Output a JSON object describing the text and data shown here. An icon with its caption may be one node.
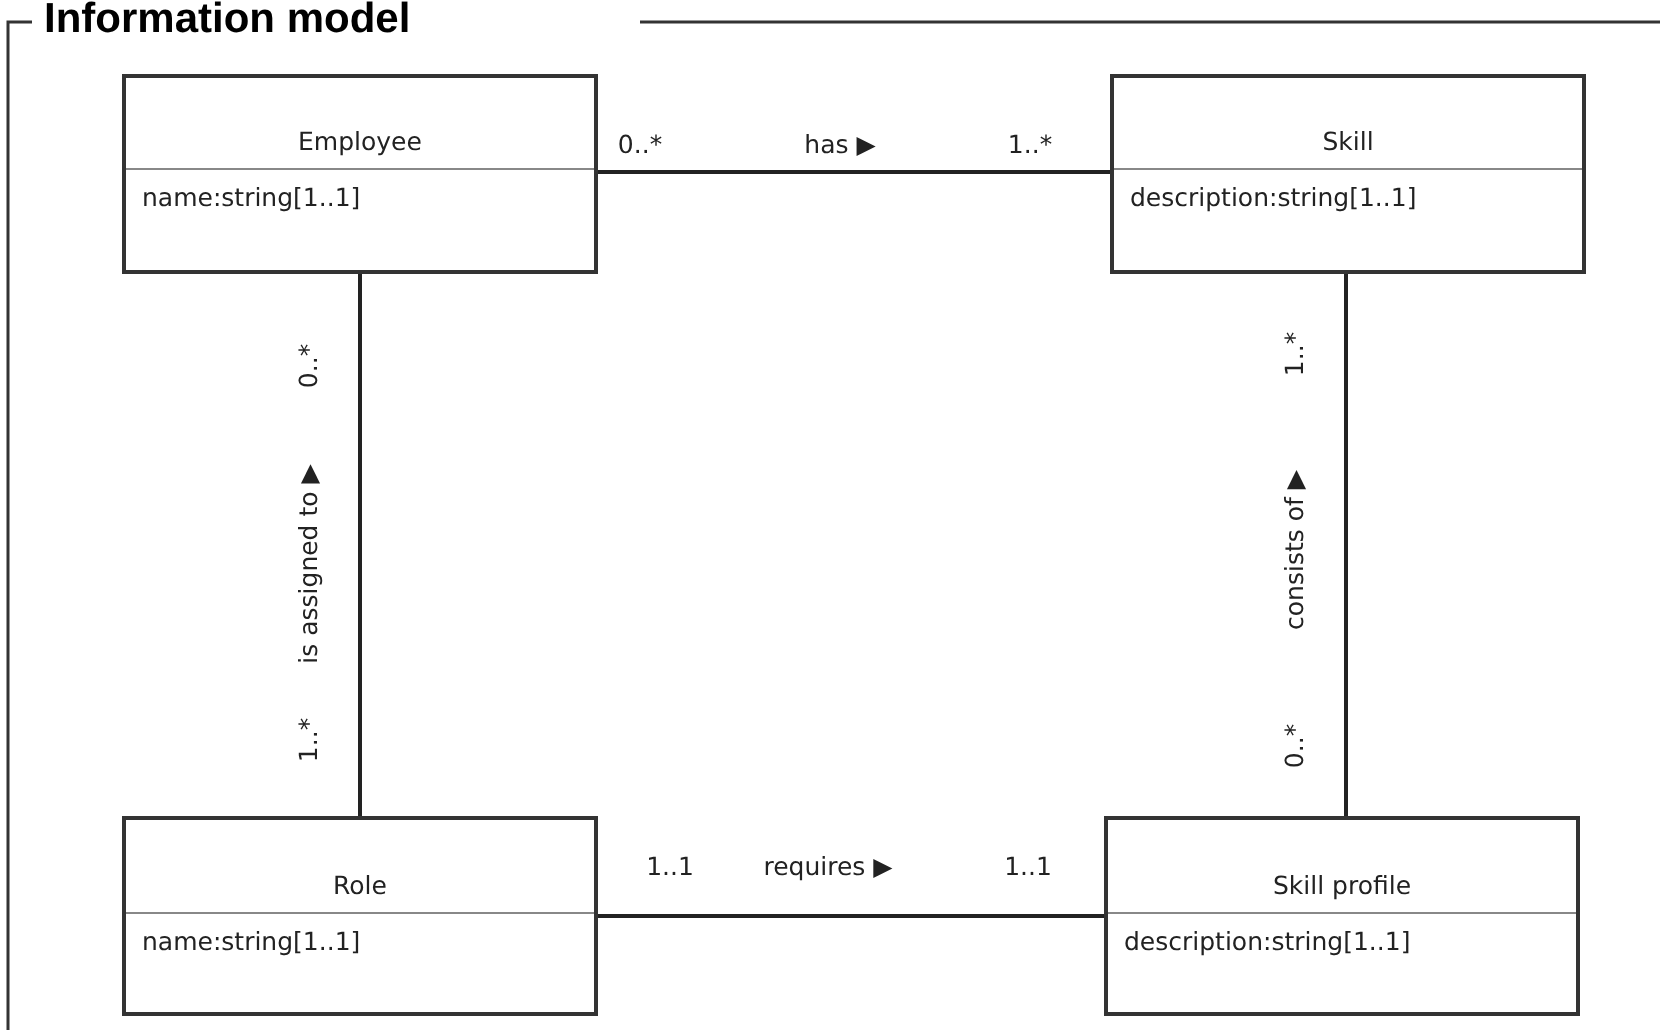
{
  "diagram": {
    "title": "Information model",
    "nodes": [
      {
        "text": [
          "Employee",
          "name:string[1..1]"
        ]
      },
      {
        "text": [
          "Skill",
          "description:string[1..1]"
        ]
      },
      {
        "text": [
          "Role",
          "name:string[1..1]"
        ]
      },
      {
        "text": [
          "Skill profile",
          "description:string[1..1]"
        ]
      }
    ],
    "edges": [
      {
        "from": 0,
        "to": 1,
        "arrow": "none",
        "label": "has ▶"
      },
      {
        "from": 2,
        "to": 0,
        "arrow": "none",
        "label": "is assigned to ▶"
      },
      {
        "from": 3,
        "to": 1,
        "arrow": "none",
        "label": "consists of ▶"
      },
      {
        "from": 2,
        "to": 3,
        "arrow": "none",
        "label": "requires ▶"
      }
    ],
    "labels": [
      "0..*",
      "1..*",
      "0..*",
      "1..*",
      "1..*",
      "0..*",
      "1..1",
      "1..1"
    ]
  }
}
